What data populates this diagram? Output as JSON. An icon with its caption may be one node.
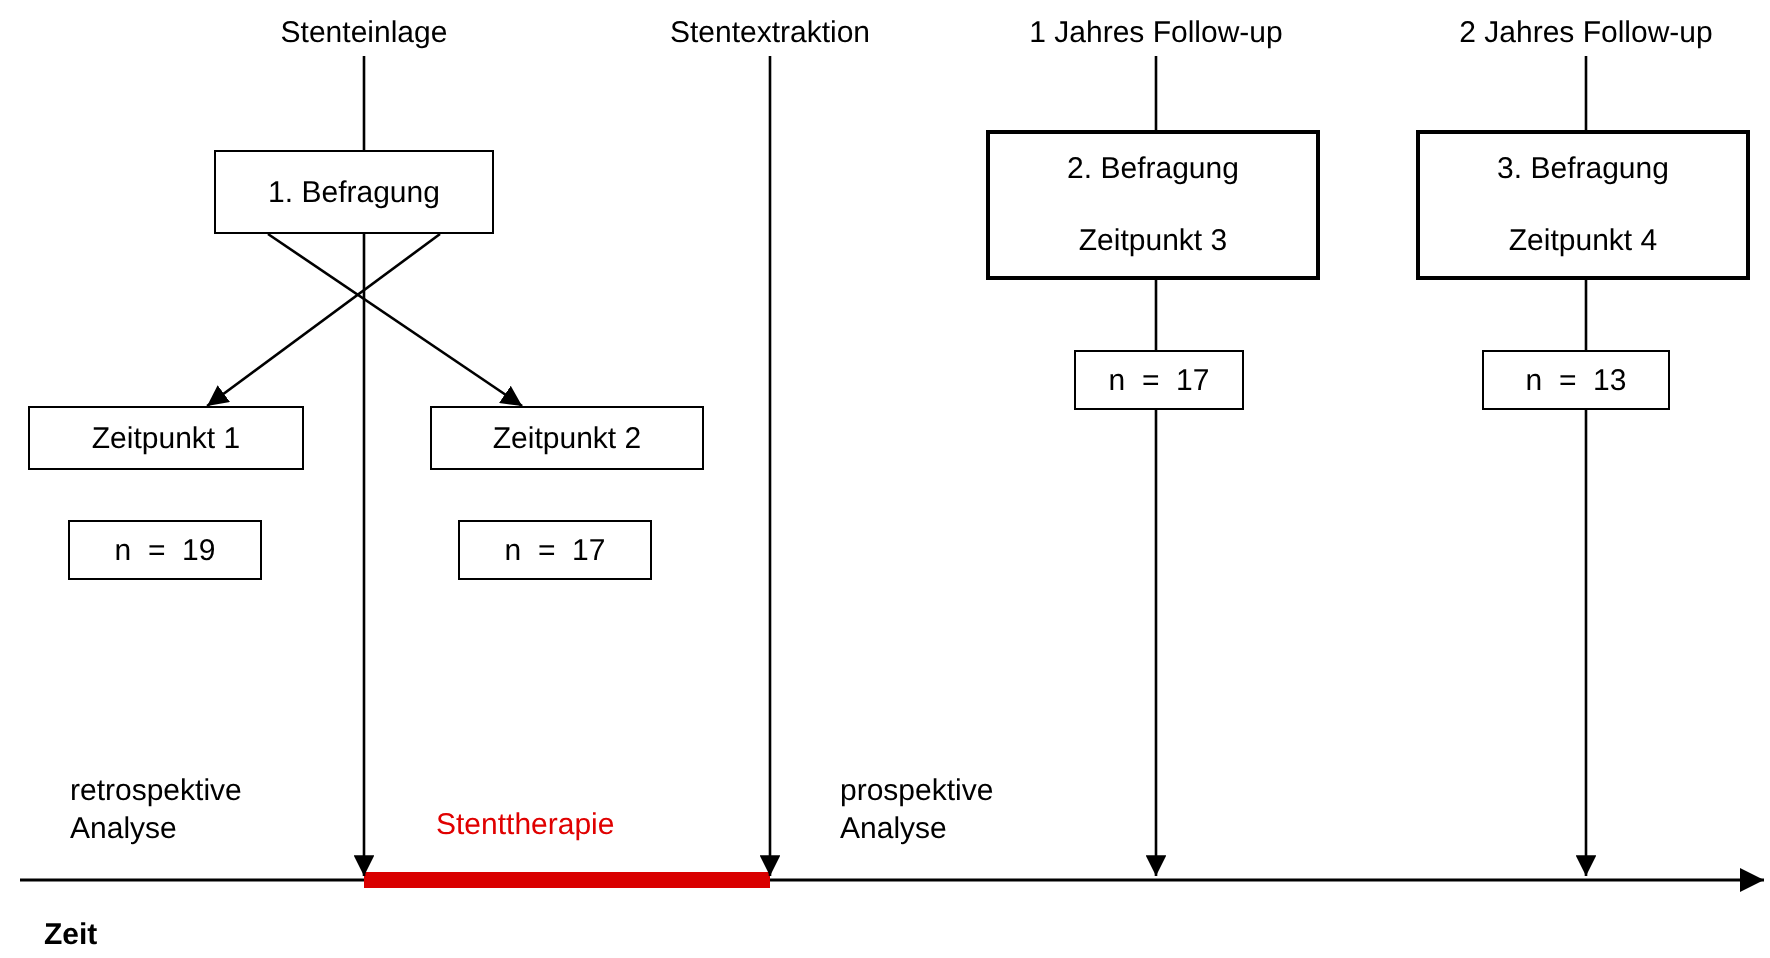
{
  "diagram": {
    "nodes": [
      {
        "text": [
          "Stenteinlage"
        ]
      },
      {
        "text": [
          "Stentextraktion"
        ]
      },
      {
        "text": [
          "1 Jahres Follow-up"
        ]
      },
      {
        "text": [
          "2 Jahres Follow-up"
        ]
      },
      {
        "text": [
          "1. Befragung"
        ]
      },
      {
        "text": [
          "2. Befragung",
          "Zeitpunkt 3"
        ]
      },
      {
        "text": [
          "3. Befragung",
          "Zeitpunkt 4"
        ]
      },
      {
        "text": [
          "Zeitpunkt 1"
        ]
      },
      {
        "text": [
          "Zeitpunkt 2"
        ]
      },
      {
        "text": [
          "n  =  19"
        ]
      },
      {
        "text": [
          "n  =  17"
        ]
      },
      {
        "text": [
          "n  =  17"
        ]
      },
      {
        "text": [
          "n  =  13"
        ]
      }
    ],
    "edges": [
      {
        "from": 0,
        "to": null,
        "arrow": "to"
      },
      {
        "from": 1,
        "to": null,
        "arrow": "to"
      },
      {
        "from": 2,
        "to": null,
        "arrow": "to"
      },
      {
        "from": 3,
        "to": null,
        "arrow": "to"
      },
      {
        "from": 4,
        "to": 7,
        "arrow": "to"
      },
      {
        "from": 4,
        "to": 8,
        "arrow": "to"
      }
    ],
    "labels": [
      "retrospektive Analyse",
      "Stenttherapie",
      "prospektive Analyse",
      "Zeit"
    ]
  }
}
